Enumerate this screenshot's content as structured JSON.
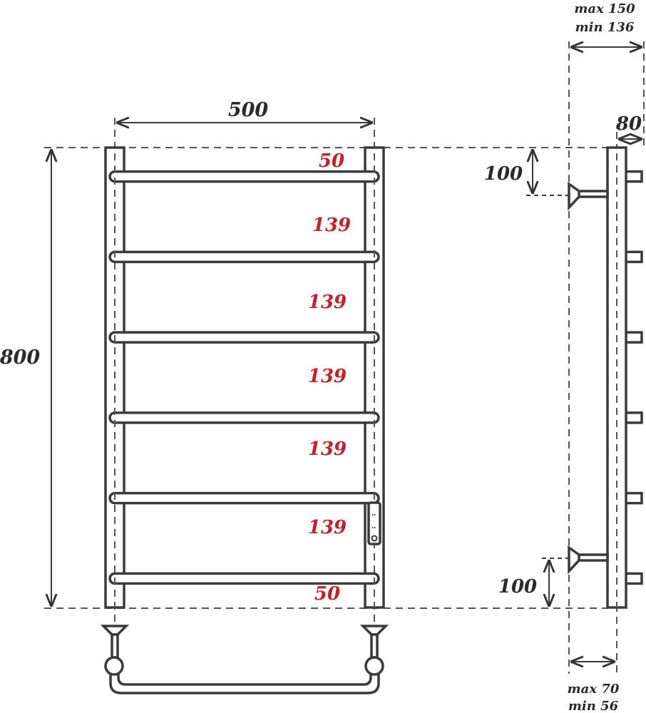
{
  "dimensions": {
    "width": "500",
    "height": "800",
    "depth": "80",
    "wall_distance_max": "max 150",
    "wall_distance_min": "min 136",
    "bracket_offset_top": "100",
    "bracket_offset_bottom": "100",
    "bracket_depth_max": "max 70",
    "bracket_depth_min": "min 56"
  },
  "spacings": [
    "50",
    "139",
    "139",
    "139",
    "139",
    "139",
    "50"
  ],
  "colors": {
    "line": "#3a3a3a",
    "spacing_label": "#c8202a"
  }
}
